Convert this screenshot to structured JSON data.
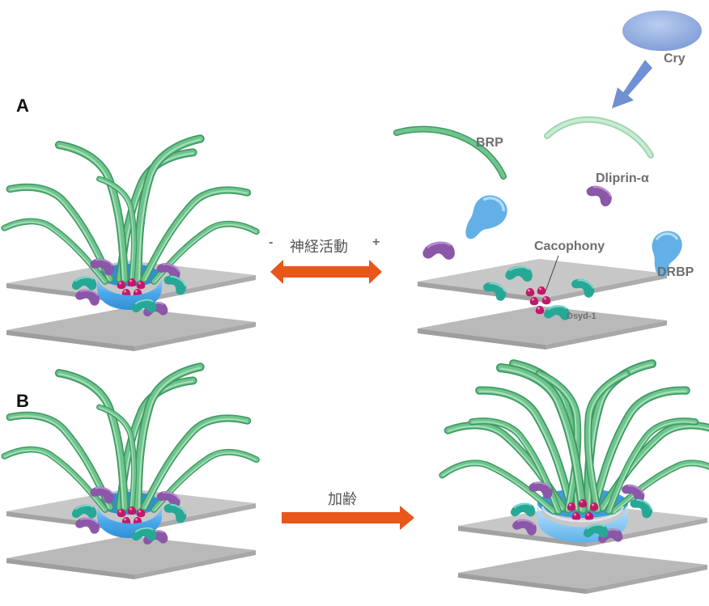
{
  "panels": {
    "a": "A",
    "b": "B"
  },
  "labels": {
    "cry": "Cry",
    "brp": "BRP",
    "dliprin": "Dliprin-α",
    "cacophony": "Cacophony",
    "drbp": "DRBP",
    "dsyd": "Dsyd-1"
  },
  "arrows": {
    "activity": {
      "label": "神経活動",
      "minus": "-",
      "plus": "+"
    },
    "aging": {
      "label": "加齢"
    }
  },
  "colors": {
    "plate": "#c4c4c4",
    "brp_green": "#63b77d",
    "drbp_blue": "#62b0e6",
    "dliprin_purple": "#8b57a8",
    "dsyd_teal": "#2fb5a0",
    "cacophony_pink": "#c2186b",
    "cry_blue": "#8aa6da",
    "arrow_orange": "#e8561a"
  }
}
